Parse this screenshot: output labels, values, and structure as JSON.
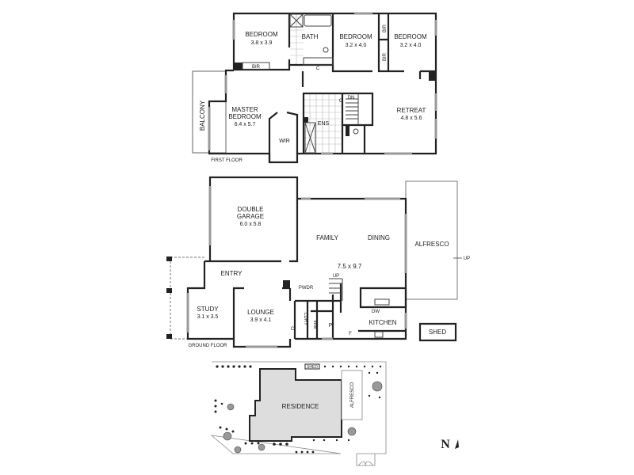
{
  "first_floor": {
    "title": "FIRST FLOOR",
    "rooms": {
      "bedroom1": {
        "name": "BEDROOM",
        "dims": "3.8 x 3.9"
      },
      "bath": {
        "name": "BATH"
      },
      "bedroom2": {
        "name": "BEDROOM",
        "dims": "3.2 x 4.0"
      },
      "bedroom3": {
        "name": "BEDROOM",
        "dims": "3.2 x 4.0"
      },
      "bir_top": "BIR",
      "bir_mid1": "BIR",
      "bir_mid2": "BIR",
      "cupboard": "C",
      "cupboard2": "C",
      "stair": "DN",
      "master": {
        "name1": "MASTER",
        "name2": "BEDROOM",
        "dims": "6.4 x 5.7"
      },
      "balcony": "BALCONY",
      "wir": "WIR",
      "ens": "ENS",
      "retreat": {
        "name": "RETREAT",
        "dims": "4.8 x 5.6"
      }
    }
  },
  "ground_floor": {
    "title": "GROUND FLOOR",
    "rooms": {
      "garage": {
        "name1": "DOUBLE",
        "name2": "GARAGE",
        "dims": "6.0 x 5.8"
      },
      "family": "FAMILY",
      "dining": "DINING",
      "living_dims": "7.5 x 9.7",
      "alfresco": "ALFRESCO",
      "alfresco_up": "UP",
      "entry": "ENTRY",
      "study": {
        "name": "STUDY",
        "dims": "3.1 x 3.5"
      },
      "lounge": {
        "name": "LOUNGE",
        "dims": "3.9 x 4.1"
      },
      "pwdr": "PWDR",
      "stair_up": "UP",
      "ldry": "LDRY",
      "wm": "WM",
      "cupboard": "C",
      "pantry": "P",
      "fridge": "F",
      "dw": "DW",
      "kitchen": "KITCHEN",
      "shed": "SHED"
    }
  },
  "site_plan": {
    "residence": "RESIDENCE",
    "alfresco": "ALFRESCO",
    "shed": "SHED",
    "north": "N"
  }
}
